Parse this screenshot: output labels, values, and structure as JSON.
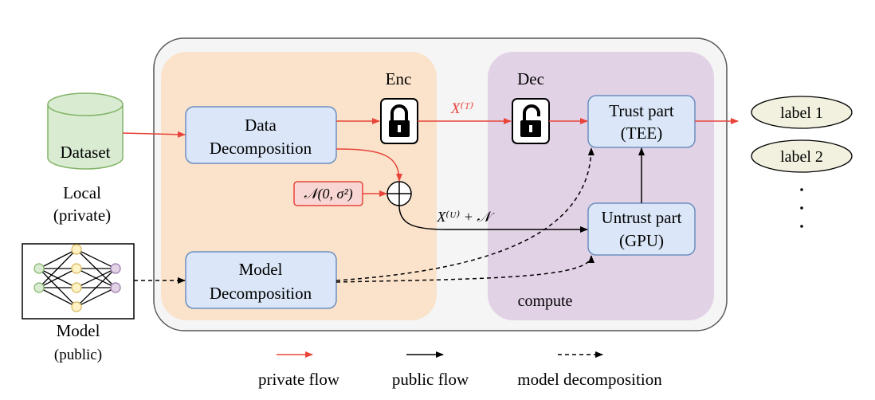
{
  "encoder": {
    "label": "Enc"
  },
  "decoder": {
    "label": "Dec"
  },
  "dataset": {
    "label": "Dataset",
    "caption_line1": "Local",
    "caption_line2": "(private)"
  },
  "model": {
    "caption_line1": "Model",
    "caption_line2": "(public)"
  },
  "data_decomposition": {
    "line1": "Data",
    "line2": "Decomposition"
  },
  "model_decomposition": {
    "line1": "Model",
    "line2": "Decomposition"
  },
  "noise": {
    "label": "𝒩(0, σ²)"
  },
  "trust_part": {
    "line1": "Trust part",
    "line2": "(TEE)"
  },
  "untrust_part": {
    "line1": "Untrust part",
    "line2": "(GPU)"
  },
  "private_signal": {
    "label": "X⁽ᵀ⁾"
  },
  "public_signal": {
    "label": "X⁽ᵁ⁾ + 𝒩"
  },
  "compute": {
    "label": "compute"
  },
  "labels": [
    "label 1",
    "label 2"
  ],
  "ellipsis": "·\n·\n·",
  "legend": {
    "private_flow": "private flow",
    "public_flow": "public flow",
    "model_decomposition": "model decomposition"
  },
  "colors": {
    "private": "#e8443a",
    "public": "#000000",
    "client_bg": "#fbe3cb",
    "server_bg": "#e2d2e6",
    "block_fill": "#dbe7f8",
    "block_stroke": "#6c8ebf",
    "dataset_fill": "#d9ecd2",
    "dataset_stroke": "#82b366",
    "label_fill": "#f2f1df"
  }
}
